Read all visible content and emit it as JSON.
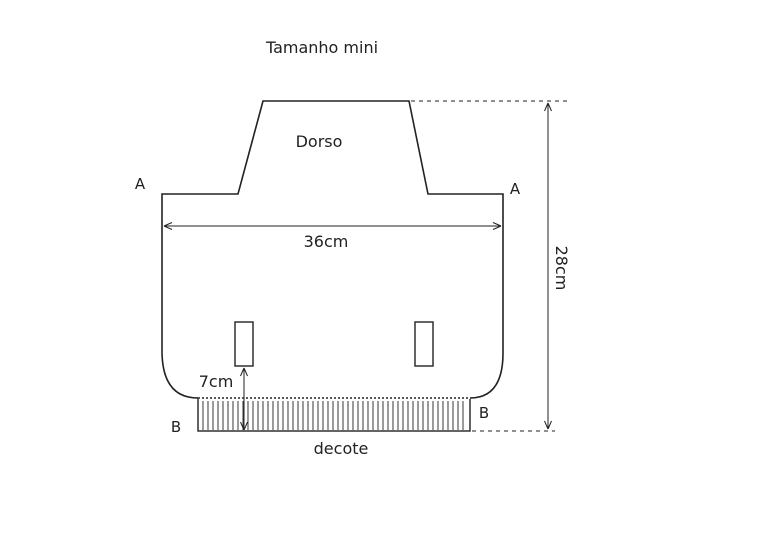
{
  "title": "Tamanho mini",
  "piece_name": "Dorso",
  "points": {
    "a_left": "A",
    "a_right": "A",
    "b_left": "B",
    "b_right": "B"
  },
  "measurements": {
    "width": "36cm",
    "height": "28cm",
    "rib": "7cm"
  },
  "edge_label": "decote",
  "colors": {
    "line": "#222222",
    "background": "#ffffff"
  }
}
